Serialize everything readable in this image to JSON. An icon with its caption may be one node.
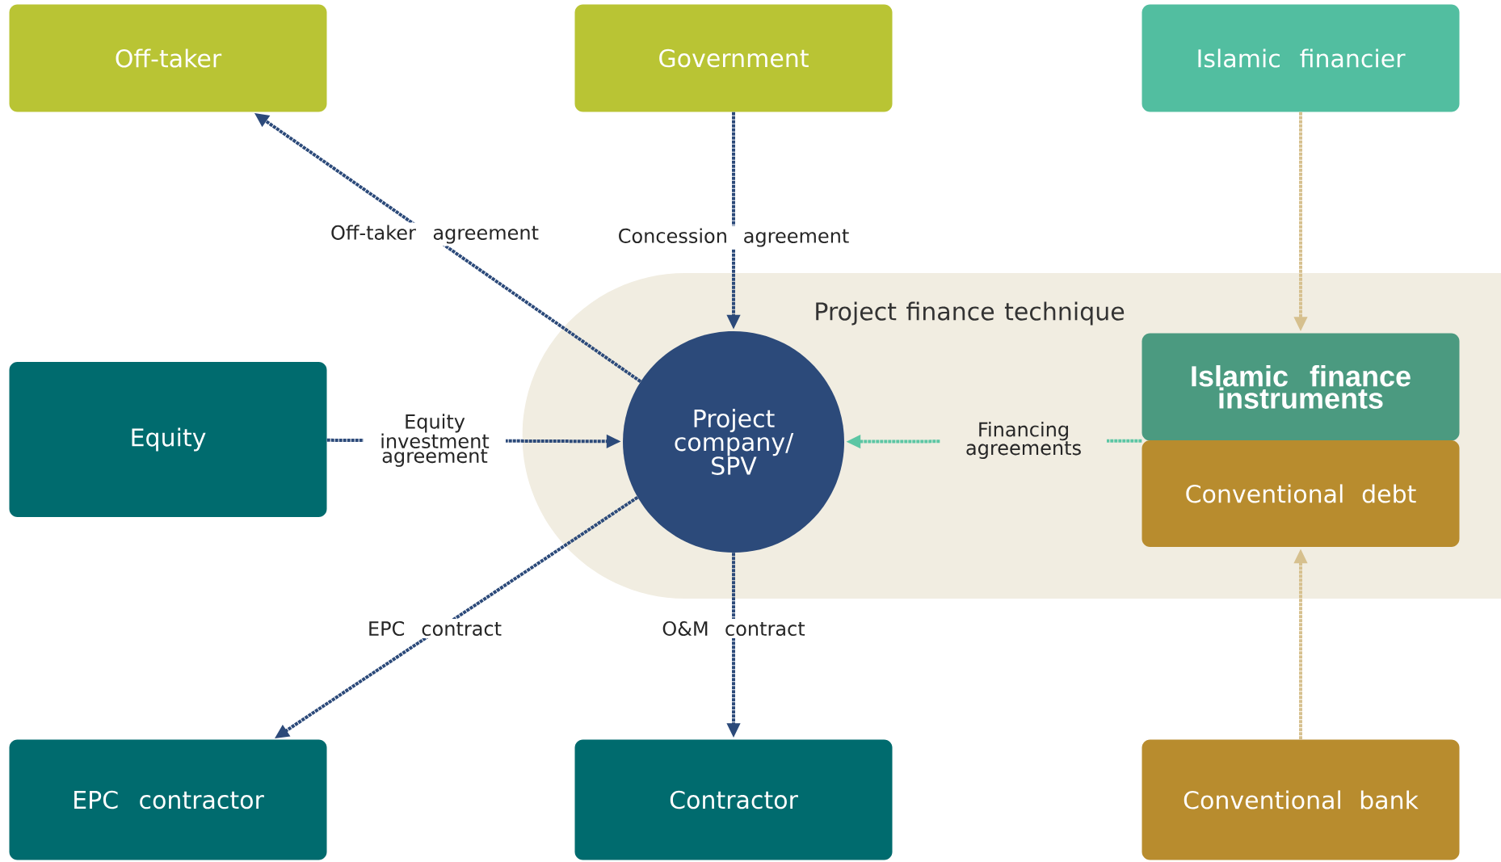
{
  "diagram": {
    "nodes": [
      {
        "text": [
          "Off-taker"
        ]
      },
      {
        "text": [
          "Government"
        ]
      },
      {
        "text": [
          "Islamic financier"
        ]
      },
      {
        "text": [
          "Project finance technique"
        ]
      },
      {
        "text": [
          "Equity"
        ]
      },
      {
        "text": [
          "Project company/ SPV"
        ],
        "in": 3
      },
      {
        "text": [
          "Islamic finance instruments"
        ],
        "in": 3
      },
      {
        "text": [
          "Conventional debt"
        ],
        "in": 3
      },
      {
        "text": [
          "EPC contractor"
        ]
      },
      {
        "text": [
          "Contractor"
        ]
      },
      {
        "text": [
          "Conventional bank"
        ]
      }
    ],
    "edges": [
      {
        "from": 5,
        "to": 0,
        "arrow": "to",
        "label": "Off-taker agreement",
        "style": "dashed"
      },
      {
        "from": 1,
        "to": 5,
        "arrow": "to",
        "label": "Concession agreement",
        "style": "dashed"
      },
      {
        "from": 4,
        "to": 5,
        "arrow": "to",
        "label": "Equity investment agreement",
        "style": "dashed"
      },
      {
        "from": 6,
        "to": 5,
        "arrow": "to",
        "label": "Financing agreements",
        "style": "dashed",
        "color": "#5cc6a4"
      },
      {
        "from": 5,
        "to": 8,
        "arrow": "to",
        "label": "EPC contract",
        "style": "dashed"
      },
      {
        "from": 5,
        "to": 9,
        "arrow": "to",
        "label": "O&M contract",
        "style": "dashed"
      },
      {
        "from": 2,
        "to": 6,
        "arrow": "to",
        "style": "dashed",
        "color": "#d6c08e"
      },
      {
        "from": 10,
        "to": 7,
        "arrow": "to",
        "style": "dashed",
        "color": "#d6c08e"
      }
    ]
  }
}
